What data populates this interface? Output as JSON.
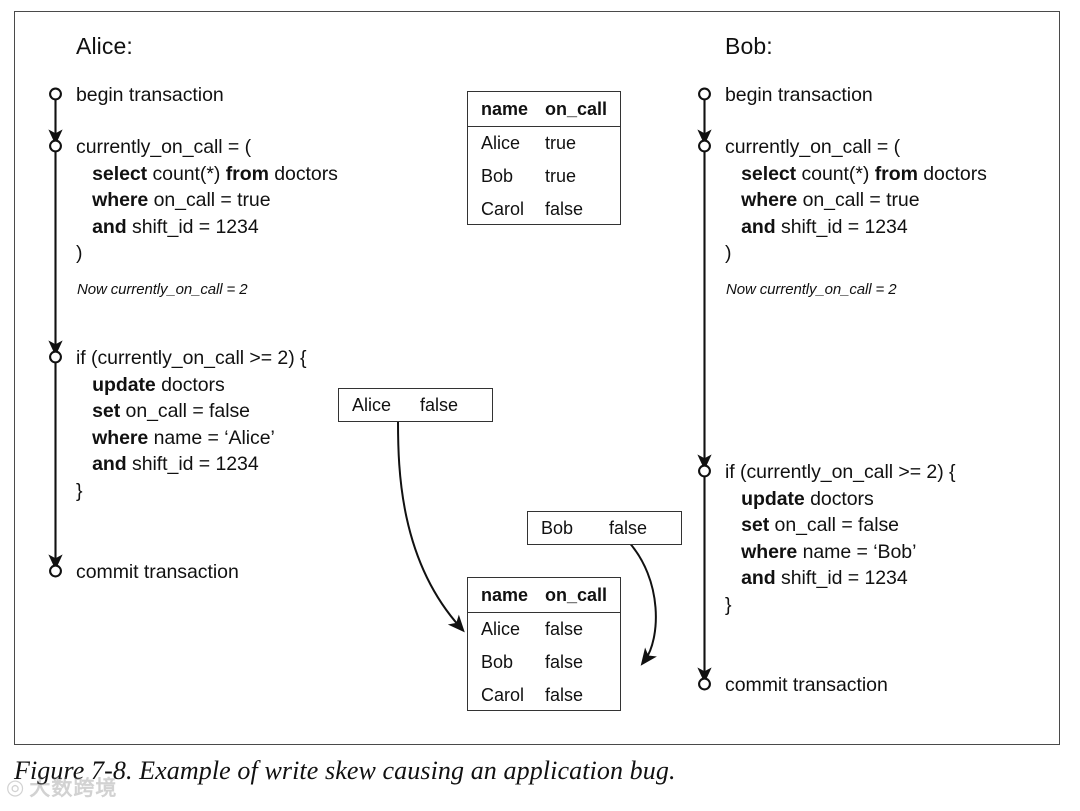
{
  "figure": {
    "caption": "Figure 7-8. Example of write skew causing an application bug.",
    "watermark": {
      "mark": "◎",
      "text": "大数跨境"
    }
  },
  "actors": [
    {
      "id": "alice",
      "title": "Alice:",
      "steps": [
        {
          "name": "begin-transaction",
          "lines": [
            {
              "parts": [
                {
                  "t": "begin transaction",
                  "b": false
                }
              ]
            }
          ]
        },
        {
          "name": "read-query",
          "lines": [
            {
              "parts": [
                {
                  "t": "currently_on_call = (",
                  "b": false
                }
              ]
            },
            {
              "parts": [
                {
                  "t": "   ",
                  "b": false
                },
                {
                  "t": "select",
                  "b": true
                },
                {
                  "t": " count(*) ",
                  "b": false
                },
                {
                  "t": "from",
                  "b": true
                },
                {
                  "t": " doctors",
                  "b": false
                }
              ]
            },
            {
              "parts": [
                {
                  "t": "   ",
                  "b": false
                },
                {
                  "t": "where",
                  "b": true
                },
                {
                  "t": " on_call = true",
                  "b": false
                }
              ]
            },
            {
              "parts": [
                {
                  "t": "   ",
                  "b": false
                },
                {
                  "t": "and",
                  "b": true
                },
                {
                  "t": " shift_id = 1234",
                  "b": false
                }
              ]
            },
            {
              "parts": [
                {
                  "t": ")",
                  "b": false
                }
              ]
            }
          ],
          "note": "Now currently_on_call = 2"
        },
        {
          "name": "if-update-block",
          "lines": [
            {
              "parts": [
                {
                  "t": "if (currently_on_call >= 2) {",
                  "b": false
                }
              ]
            },
            {
              "parts": [
                {
                  "t": "   ",
                  "b": false
                },
                {
                  "t": "update",
                  "b": true
                },
                {
                  "t": " doctors",
                  "b": false
                }
              ]
            },
            {
              "parts": [
                {
                  "t": "   ",
                  "b": false
                },
                {
                  "t": "set",
                  "b": true
                },
                {
                  "t": " on_call = false",
                  "b": false
                }
              ]
            },
            {
              "parts": [
                {
                  "t": "   ",
                  "b": false
                },
                {
                  "t": "where",
                  "b": true
                },
                {
                  "t": " name = ‘Alice’",
                  "b": false
                }
              ]
            },
            {
              "parts": [
                {
                  "t": "   ",
                  "b": false
                },
                {
                  "t": "and",
                  "b": true
                },
                {
                  "t": " shift_id = 1234",
                  "b": false
                }
              ]
            },
            {
              "parts": [
                {
                  "t": "}",
                  "b": false
                }
              ]
            }
          ]
        },
        {
          "name": "commit-transaction",
          "lines": [
            {
              "parts": [
                {
                  "t": "commit transaction",
                  "b": false
                }
              ]
            }
          ]
        }
      ]
    },
    {
      "id": "bob",
      "title": "Bob:",
      "steps": [
        {
          "name": "begin-transaction",
          "lines": [
            {
              "parts": [
                {
                  "t": "begin transaction",
                  "b": false
                }
              ]
            }
          ]
        },
        {
          "name": "read-query",
          "lines": [
            {
              "parts": [
                {
                  "t": "currently_on_call = (",
                  "b": false
                }
              ]
            },
            {
              "parts": [
                {
                  "t": "   ",
                  "b": false
                },
                {
                  "t": "select",
                  "b": true
                },
                {
                  "t": " count(*) ",
                  "b": false
                },
                {
                  "t": "from",
                  "b": true
                },
                {
                  "t": " doctors",
                  "b": false
                }
              ]
            },
            {
              "parts": [
                {
                  "t": "   ",
                  "b": false
                },
                {
                  "t": "where",
                  "b": true
                },
                {
                  "t": " on_call = true",
                  "b": false
                }
              ]
            },
            {
              "parts": [
                {
                  "t": "   ",
                  "b": false
                },
                {
                  "t": "and",
                  "b": true
                },
                {
                  "t": " shift_id = 1234",
                  "b": false
                }
              ]
            },
            {
              "parts": [
                {
                  "t": ")",
                  "b": false
                }
              ]
            }
          ],
          "note": "Now currently_on_call = 2"
        },
        {
          "name": "if-update-block",
          "lines": [
            {
              "parts": [
                {
                  "t": "if (currently_on_call >= 2) {",
                  "b": false
                }
              ]
            },
            {
              "parts": [
                {
                  "t": "   ",
                  "b": false
                },
                {
                  "t": "update",
                  "b": true
                },
                {
                  "t": " doctors",
                  "b": false
                }
              ]
            },
            {
              "parts": [
                {
                  "t": "   ",
                  "b": false
                },
                {
                  "t": "set",
                  "b": true
                },
                {
                  "t": " on_call = false",
                  "b": false
                }
              ]
            },
            {
              "parts": [
                {
                  "t": "   ",
                  "b": false
                },
                {
                  "t": "where",
                  "b": true
                },
                {
                  "t": " name = ‘Bob’",
                  "b": false
                }
              ]
            },
            {
              "parts": [
                {
                  "t": "   ",
                  "b": false
                },
                {
                  "t": "and",
                  "b": true
                },
                {
                  "t": " shift_id = 1234",
                  "b": false
                }
              ]
            },
            {
              "parts": [
                {
                  "t": "}",
                  "b": false
                }
              ]
            }
          ]
        },
        {
          "name": "commit-transaction",
          "lines": [
            {
              "parts": [
                {
                  "t": "commit transaction",
                  "b": false
                }
              ]
            }
          ]
        }
      ]
    }
  ],
  "db_tables": [
    {
      "id": "db-before",
      "headers": {
        "name": "name",
        "on_call": "on_call"
      },
      "rows": [
        {
          "name": "Alice",
          "on_call": "true"
        },
        {
          "name": "Bob",
          "on_call": "true"
        },
        {
          "name": "Carol",
          "on_call": "false"
        }
      ]
    },
    {
      "id": "db-after",
      "headers": {
        "name": "name",
        "on_call": "on_call"
      },
      "rows": [
        {
          "name": "Alice",
          "on_call": "false"
        },
        {
          "name": "Bob",
          "on_call": "false"
        },
        {
          "name": "Carol",
          "on_call": "false"
        }
      ]
    }
  ],
  "tuples": [
    {
      "id": "tuple-alice",
      "name": "Alice",
      "value": "false"
    },
    {
      "id": "tuple-bob",
      "name": "Bob",
      "value": "false"
    }
  ]
}
